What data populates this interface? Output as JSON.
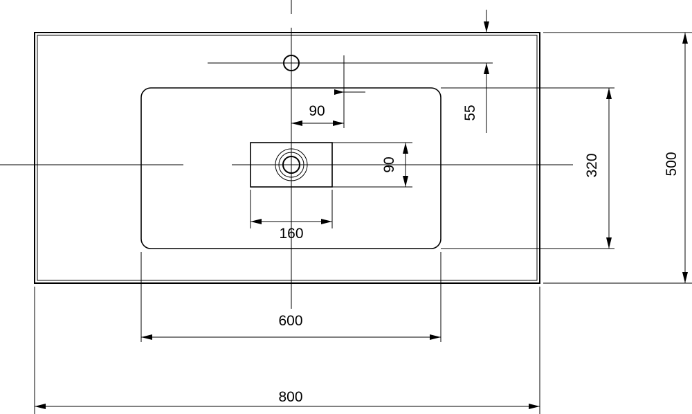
{
  "colors": {
    "line": "#000000",
    "background": "#ffffff"
  },
  "dimensions": {
    "overall_width": "800",
    "overall_depth": "500",
    "basin_width": "600",
    "basin_depth": "320",
    "drain_recess_width": "160",
    "drain_recess_depth": "90",
    "tap_hole_offset": "90",
    "tap_hole_from_back_edge": "55"
  }
}
